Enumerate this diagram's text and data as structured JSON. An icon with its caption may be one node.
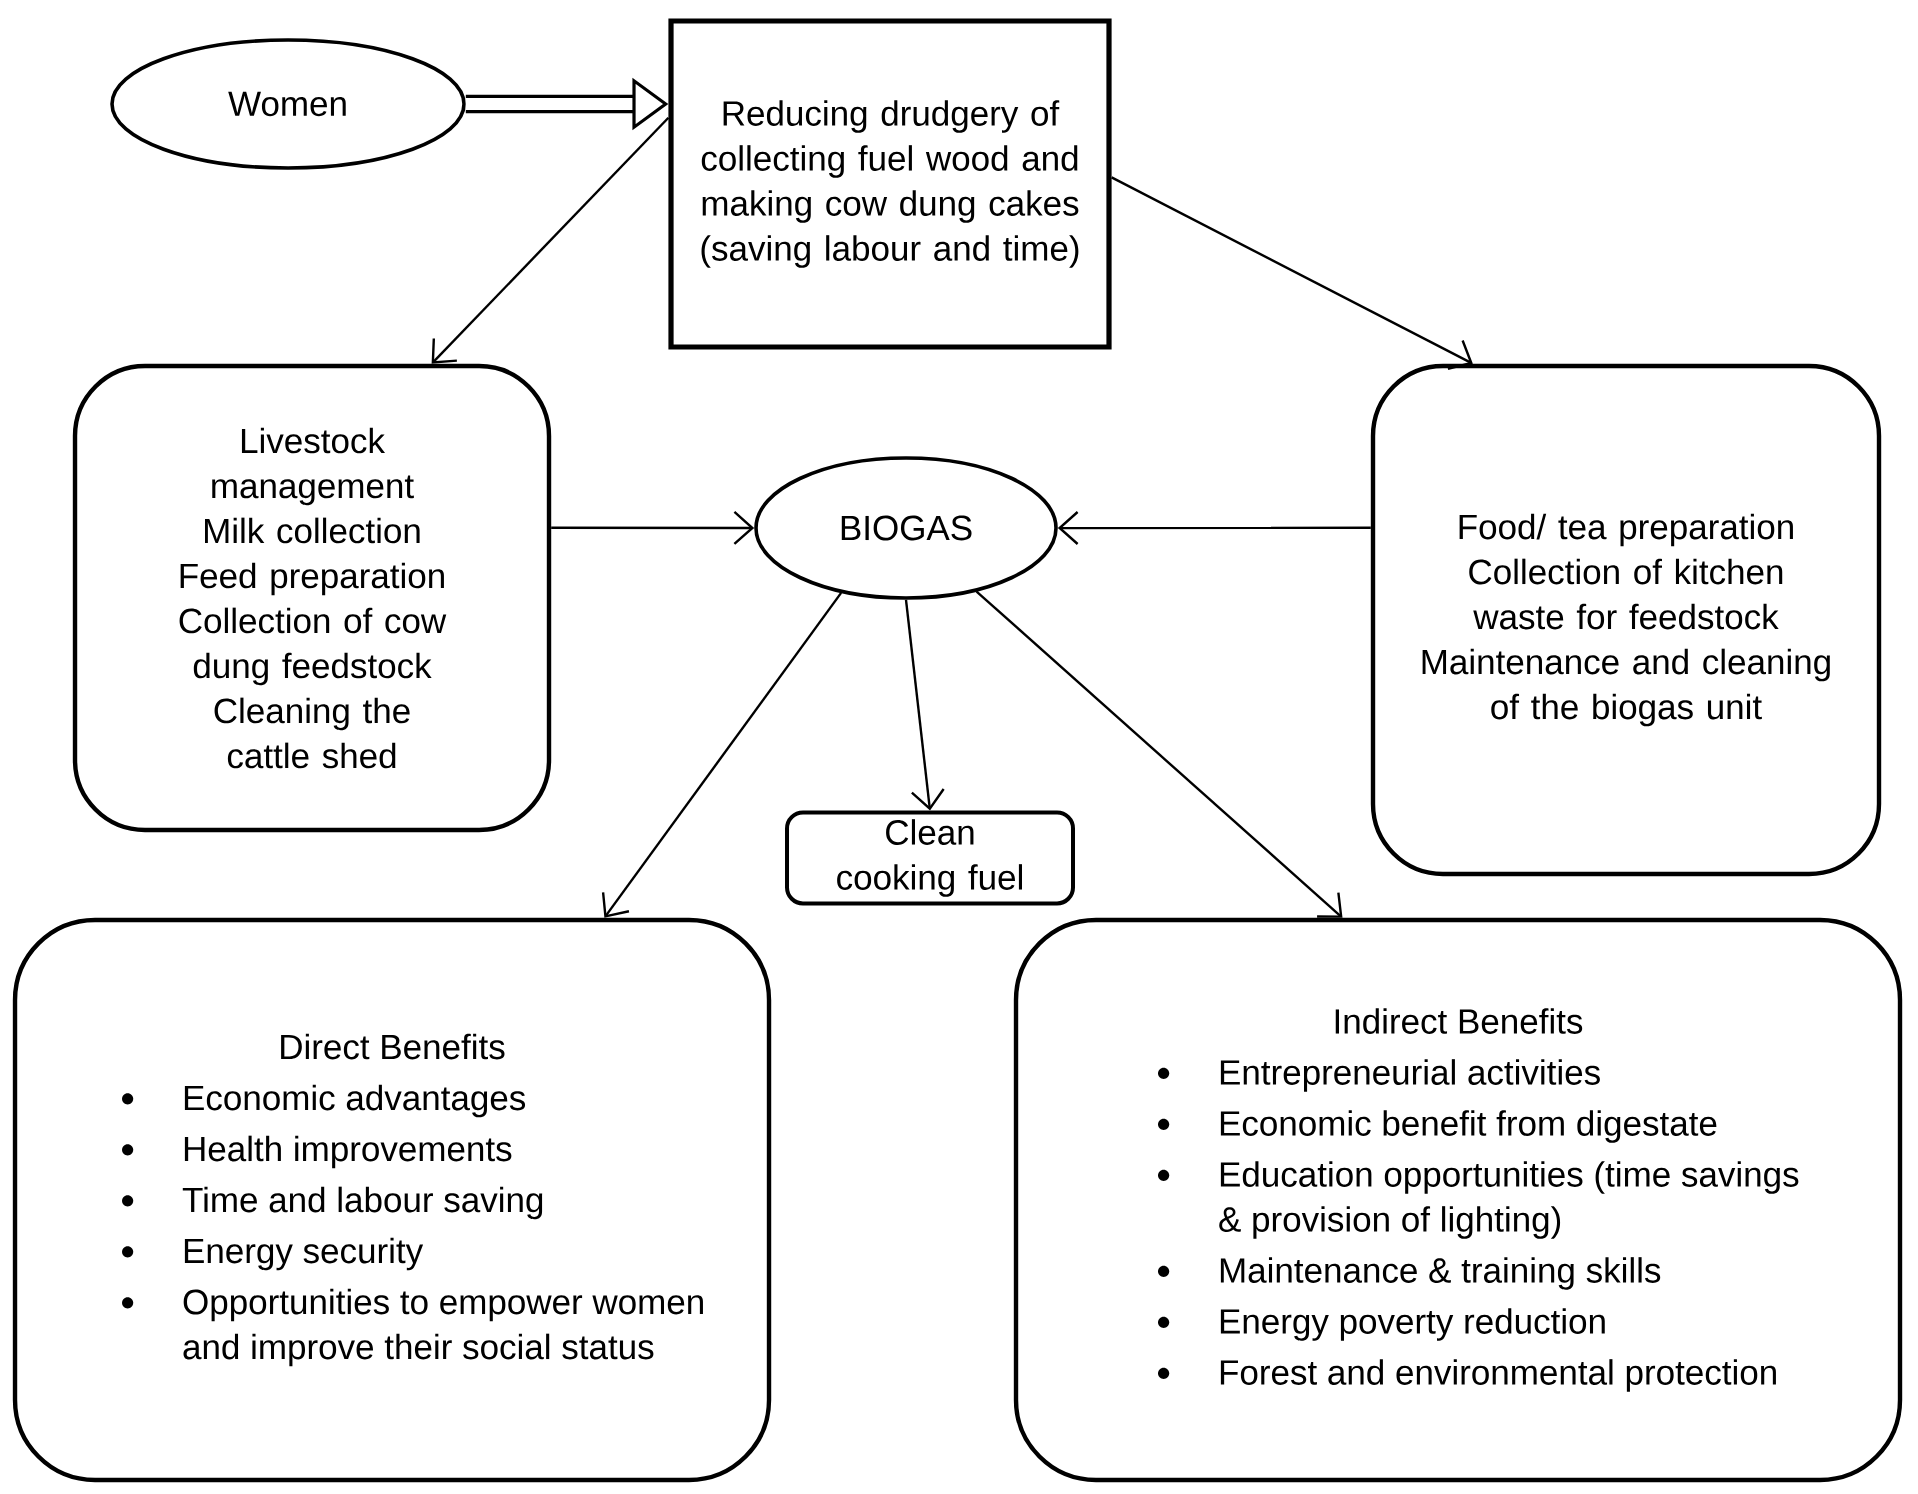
{
  "diagram": {
    "nodes": [
      {
        "text": [
          "Women"
        ]
      },
      {
        "text": [
          "Reducing drudgery of collecting fuel wood and making cow dung cakes (saving labour and time)"
        ]
      },
      {
        "text": [
          "Livestock management",
          "Milk collection",
          "Feed preparation",
          "Collection of cow dung feedstock",
          "Cleaning the cattle shed"
        ]
      },
      {
        "text": [
          "BIOGAS"
        ]
      },
      {
        "text": [
          "Food/ tea preparation",
          "Collection of kitchen waste for feedstock",
          "Maintenance and cleaning of the biogas unit"
        ]
      },
      {
        "text": [
          "Clean cooking fuel"
        ]
      },
      {
        "text": [
          "Direct Benefits",
          "Economic advantages",
          "Health improvements",
          "Time and labour saving",
          "Energy security",
          "Opportunities to empower women and improve their social status"
        ]
      },
      {
        "text": [
          "Indirect Benefits",
          "Entrepreneurial activities",
          "Economic benefit from digestate",
          "Education opportunities (time savings & provision of lighting)",
          "Maintenance & training skills",
          "Energy poverty reduction",
          "Forest and environmental protection"
        ]
      }
    ],
    "edges": [
      {
        "from": 0,
        "to": 1,
        "arrow": "to",
        "style": "thick"
      },
      {
        "from": 1,
        "to": 2,
        "arrow": "to"
      },
      {
        "from": 1,
        "to": 4,
        "arrow": "to"
      },
      {
        "from": 2,
        "to": 3,
        "arrow": "to"
      },
      {
        "from": 4,
        "to": 3,
        "arrow": "to"
      },
      {
        "from": 3,
        "to": 5,
        "arrow": "to"
      },
      {
        "from": 3,
        "to": 6,
        "arrow": "to"
      },
      {
        "from": 3,
        "to": 7,
        "arrow": "to"
      }
    ]
  }
}
